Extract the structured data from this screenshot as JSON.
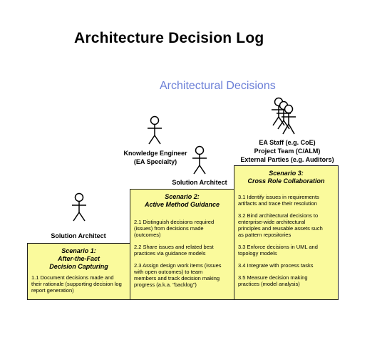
{
  "title": "Architecture Decision Log",
  "subtitle": "Architectural Decisions",
  "scenarios": [
    {
      "role": "Solution Architect",
      "heading": "Scenario 1:\nAfter-the-Fact\nDecision Capturing",
      "items": [
        "1.1 Document decisions made and\ntheir rationale (supporting decision log\nreport generation)"
      ]
    },
    {
      "roles": [
        "Knowledge Engineer\n(EA Specialty)",
        "Solution Architect"
      ],
      "heading": "Scenario 2:\nActive Method Guidance",
      "items": [
        "2.1 Distinguish decisions required\n(issues) from decisions made\n(outcomes)",
        "2.2 Share issues and related best\npractices via guidance models",
        "2.3 Assign design work items (issues\nwith open outcomes) to team\nmembers and track decision making\nprogress (a.k.a. \"backlog\")"
      ]
    },
    {
      "role": "EA Staff (e.g. CoE)\nProject Team (C/ALM)\nExternal Parties (e.g. Auditors)",
      "heading": "Scenario 3:\nCross Role Collaboration",
      "items": [
        "3.1 Identify issues in requirements\nartifacts and trace their resolution",
        "3.2 Bind architectural decisions to\nenterprise-wide architectural\nprinciples and reusable assets such\nas pattern repositories",
        "3.3 Enforce decisions in UML and\ntopology models",
        "3.4 Integrate with process tasks",
        "3.5 Measure decision making\npractices (model analysis)"
      ]
    }
  ],
  "icons": {
    "person": "stick-figure-icon",
    "group": "people-group-icon"
  },
  "colors": {
    "box_fill": "#fafa9c",
    "subtitle": "#6b7fd7"
  }
}
